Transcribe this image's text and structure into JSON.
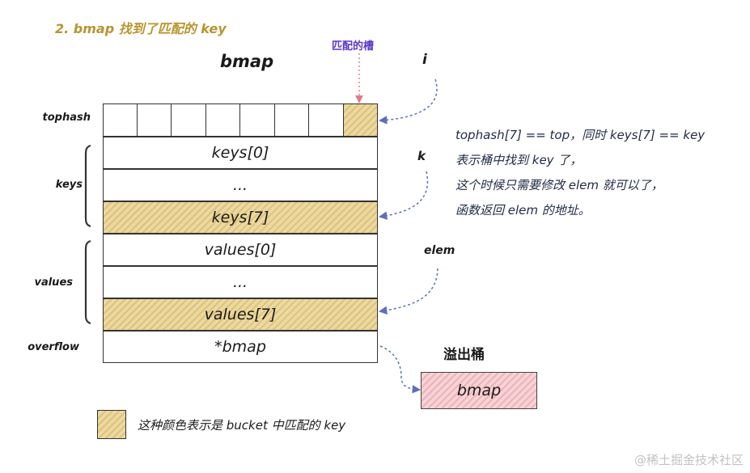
{
  "heading": "2. bmap 找到了匹配的 key",
  "title": "bmap",
  "slot_label": "匹配的槽",
  "labels": {
    "tophash": "tophash",
    "keys": "keys",
    "values": "values",
    "overflow": "overflow"
  },
  "rows": {
    "key0": "keys[0]",
    "key_dots": "...",
    "key7": "keys[7]",
    "val0": "values[0]",
    "val_dots": "...",
    "val7": "values[7]",
    "overflow": "*bmap"
  },
  "pointers": {
    "i": "i",
    "k": "k",
    "elem": "elem"
  },
  "note": [
    "tophash[7] == top，同时 keys[7] == key",
    "表示桶中找到 key 了，",
    "这个时候只需要修改 elem 就可以了，",
    "函数返回 elem 的地址。"
  ],
  "overflow_title": "溢出桶",
  "overflow_box": "bmap",
  "legend": "这种颜色表示是 bucket 中匹配的 key",
  "watermark": "@稀土掘金技术社区",
  "colors": {
    "highlight": "#ecd9a0",
    "overflow_fill": "#f6d3d6",
    "arrow": "#5a6fc0",
    "slot_arrow": "#e07a8a",
    "heading": "#b8952f"
  }
}
